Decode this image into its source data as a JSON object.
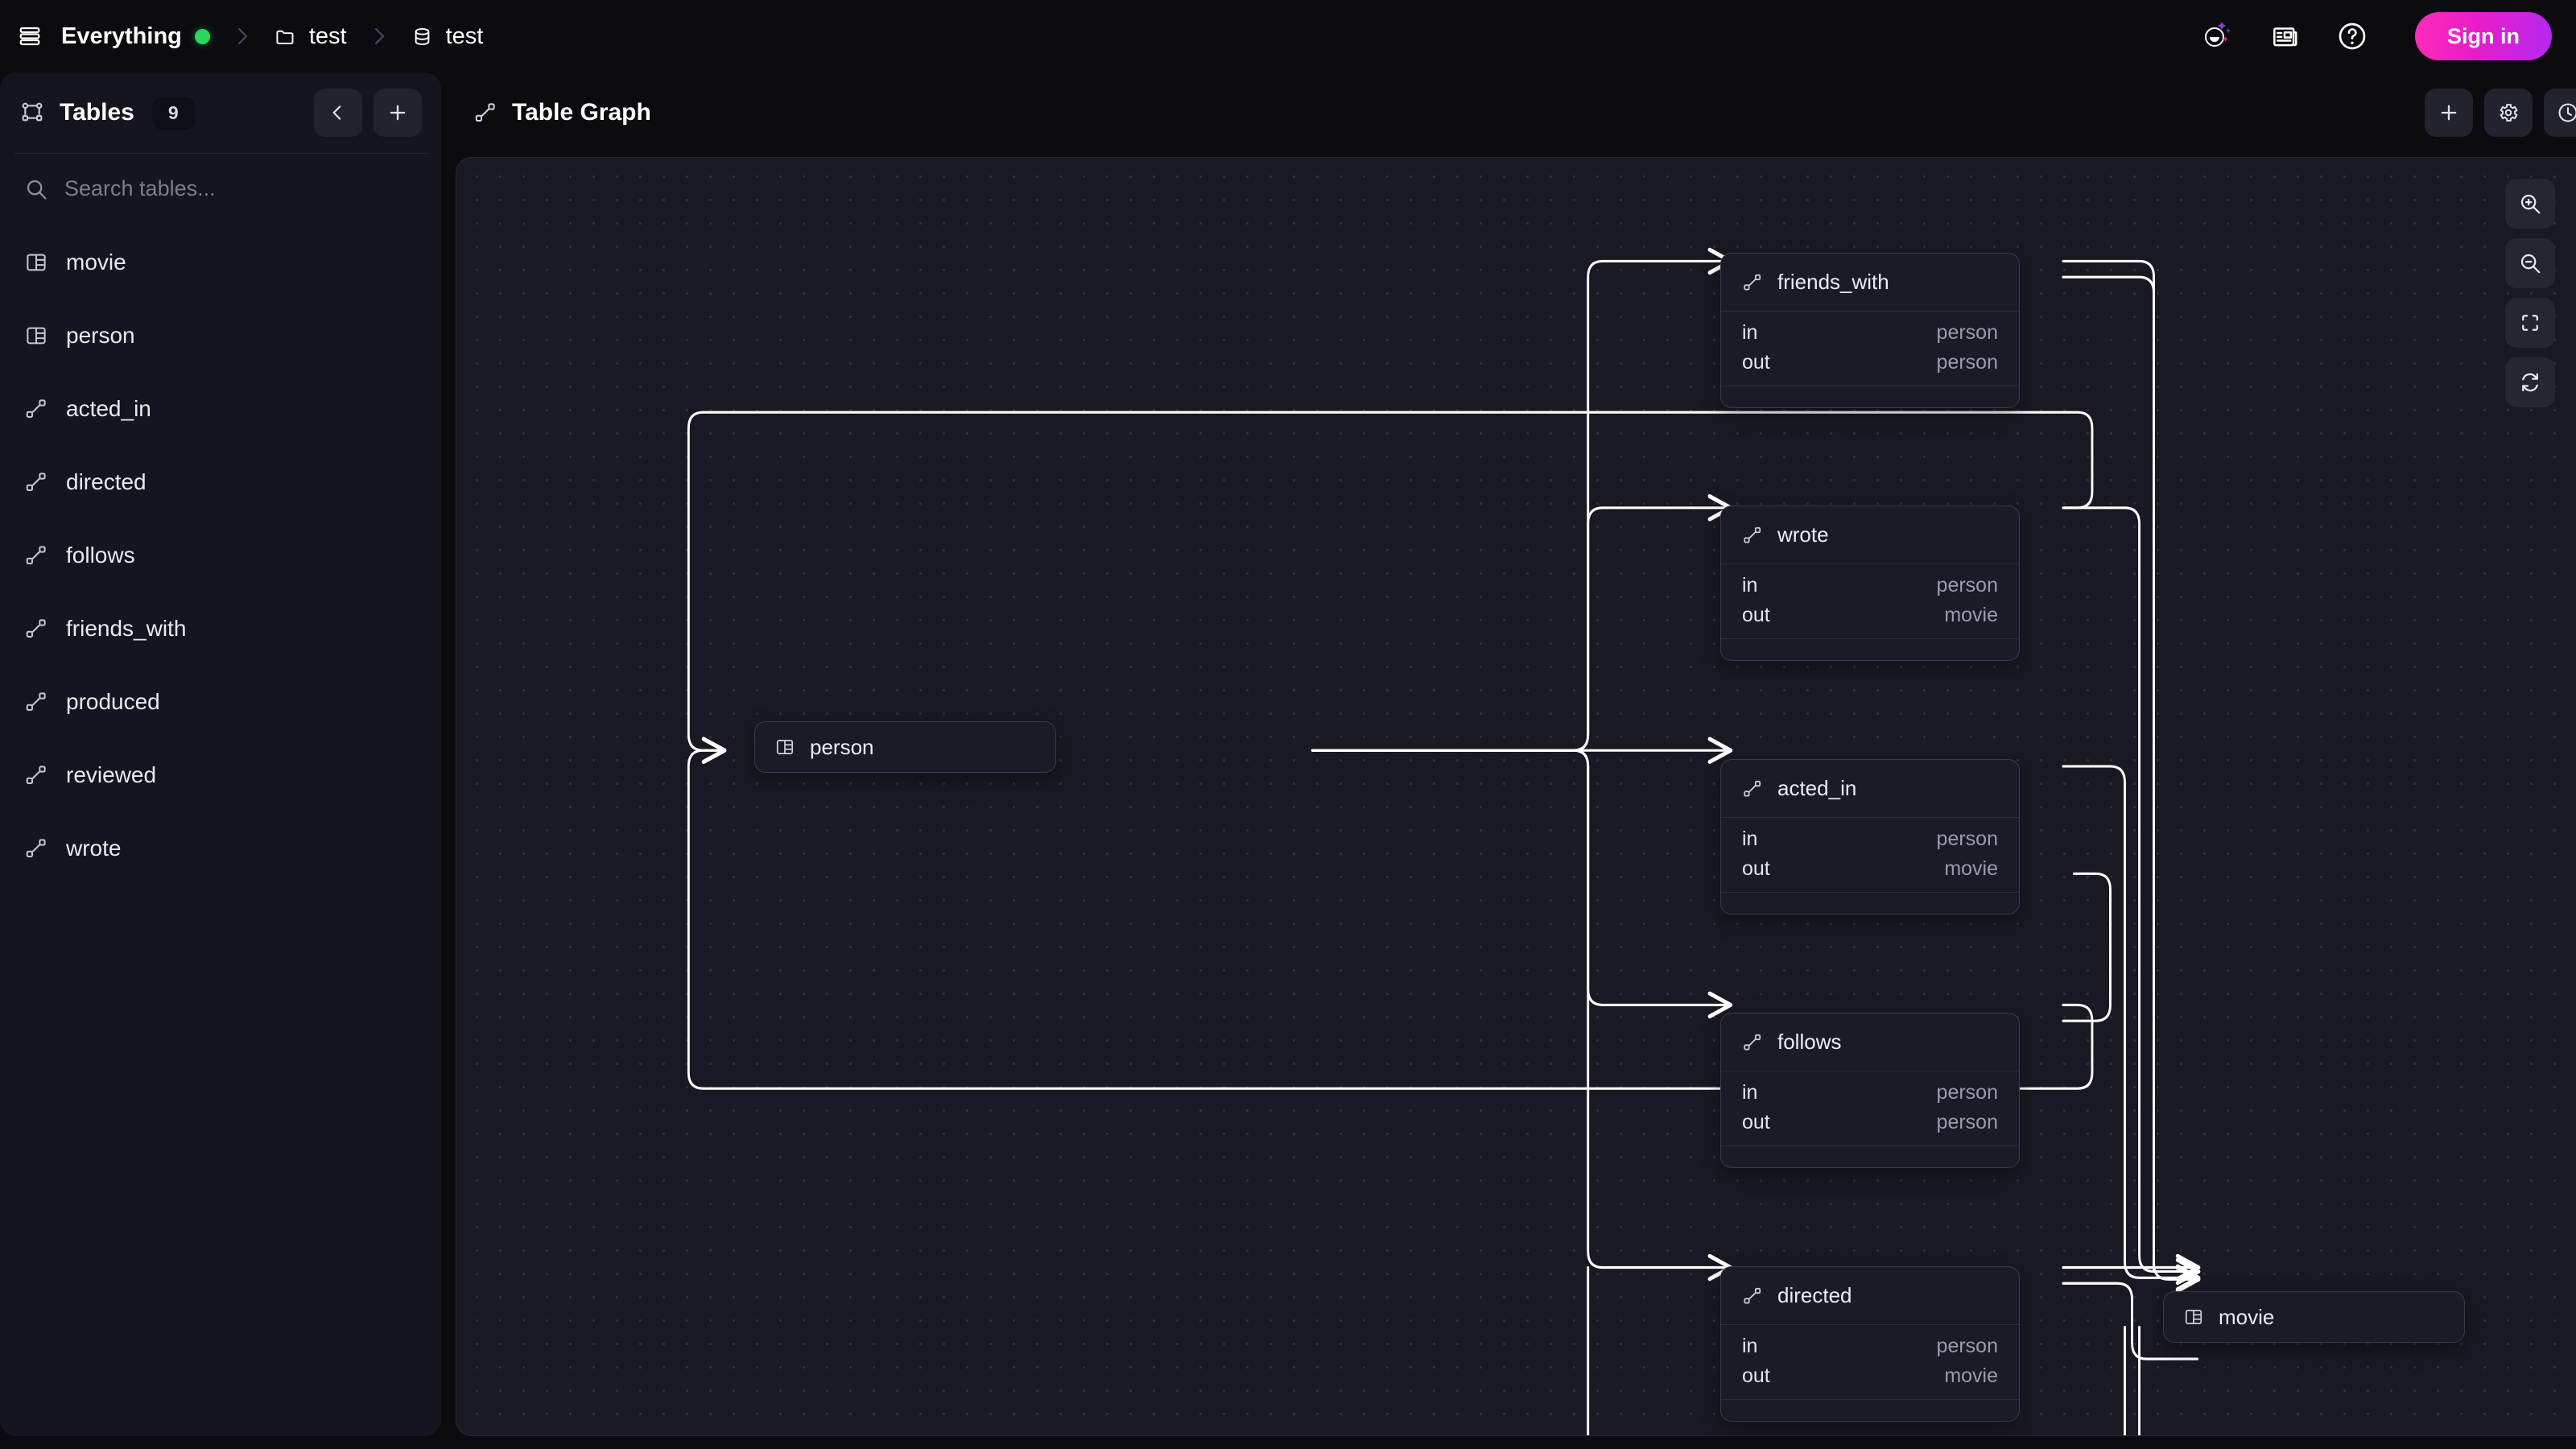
{
  "topbar": {
    "menu_icon": "hamburger-lines-icon",
    "breadcrumbs": [
      {
        "label": "Everything",
        "icon": "stack-lines-icon",
        "status": "online"
      },
      {
        "label": "test",
        "icon": "folder-icon"
      },
      {
        "label": "test",
        "icon": "database-icon"
      }
    ],
    "actions": [
      {
        "name": "ai-assistant-icon"
      },
      {
        "name": "news-icon"
      },
      {
        "name": "help-icon"
      }
    ],
    "signin_label": "Sign in"
  },
  "sidebar": {
    "title": "Tables",
    "title_icon": "nodes-icon",
    "count": "9",
    "collapse_label": "‹",
    "add_label": "+",
    "search": {
      "placeholder": "Search tables...",
      "value": "",
      "icon": "search-icon"
    },
    "items": [
      {
        "label": "movie",
        "icon": "table-icon"
      },
      {
        "label": "person",
        "icon": "table-icon"
      },
      {
        "label": "acted_in",
        "icon": "relation-icon"
      },
      {
        "label": "directed",
        "icon": "relation-icon"
      },
      {
        "label": "follows",
        "icon": "relation-icon"
      },
      {
        "label": "friends_with",
        "icon": "relation-icon"
      },
      {
        "label": "produced",
        "icon": "relation-icon"
      },
      {
        "label": "reviewed",
        "icon": "relation-icon"
      },
      {
        "label": "wrote",
        "icon": "relation-icon"
      }
    ]
  },
  "panel": {
    "title": "Table Graph",
    "title_icon": "relation-icon",
    "add_label": "+",
    "settings_icon": "gear-icon",
    "history_icon": "clock-icon"
  },
  "graph": {
    "controls": [
      {
        "name": "zoom-in-icon"
      },
      {
        "name": "zoom-out-icon"
      },
      {
        "name": "fit-view-icon"
      },
      {
        "name": "reset-layout-icon"
      }
    ],
    "row_keys": {
      "in": "in",
      "out": "out"
    },
    "nodes": [
      {
        "id": "friends_with",
        "type": "relation",
        "label": "friends_with",
        "in": "person",
        "out": "person"
      },
      {
        "id": "wrote",
        "type": "relation",
        "label": "wrote",
        "in": "person",
        "out": "movie"
      },
      {
        "id": "acted_in",
        "type": "relation",
        "label": "acted_in",
        "in": "person",
        "out": "movie"
      },
      {
        "id": "follows",
        "type": "relation",
        "label": "follows",
        "in": "person",
        "out": "person"
      },
      {
        "id": "directed",
        "type": "relation",
        "label": "directed",
        "in": "person",
        "out": "movie"
      },
      {
        "id": "person",
        "type": "table",
        "label": "person"
      },
      {
        "id": "movie",
        "type": "table",
        "label": "movie"
      }
    ]
  }
}
